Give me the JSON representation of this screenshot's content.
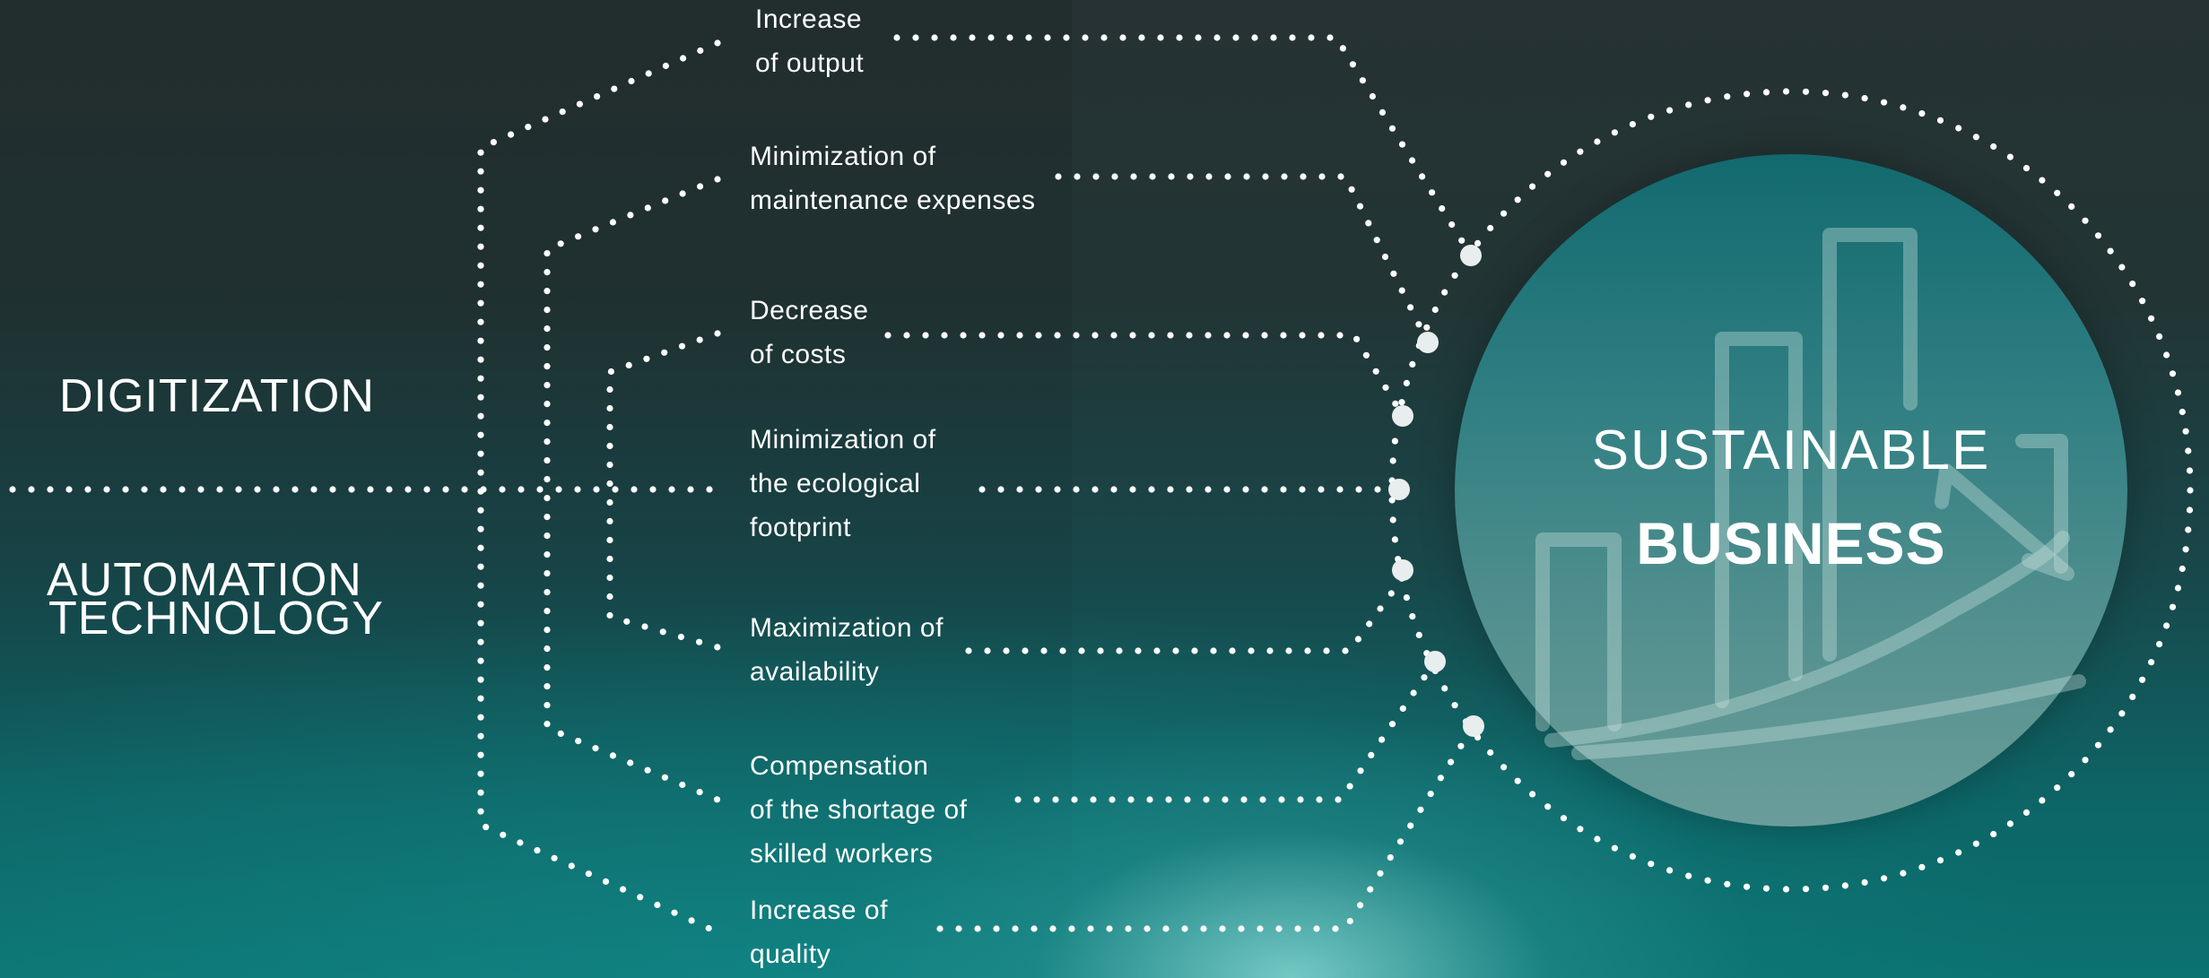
{
  "left_labels": {
    "upper": "DIGITIZATION",
    "lower_line1": "AUTOMATION",
    "lower_line2": "TECHNOLOGY"
  },
  "goals": [
    {
      "text": "Increase\nof output"
    },
    {
      "text": "Minimization of\nmaintenance expenses"
    },
    {
      "text": "Decrease\nof costs"
    },
    {
      "text": "Minimization of\nthe ecological\nfootprint"
    },
    {
      "text": "Maximization of\navailability"
    },
    {
      "text": "Compensation\nof the shortage of\nskilled workers"
    },
    {
      "text": "Increase of\nquality"
    }
  ],
  "center": {
    "line1": "SUSTAINABLE",
    "line2": "BUSINESS",
    "icon": "bar-chart-rising-arrow-icon"
  },
  "colors": {
    "dots": "#ffffff",
    "circle_top": "#126a6e",
    "circle_bottom": "#6a9d9a",
    "background_top": "#263233",
    "background_bottom": "#0b7270"
  }
}
